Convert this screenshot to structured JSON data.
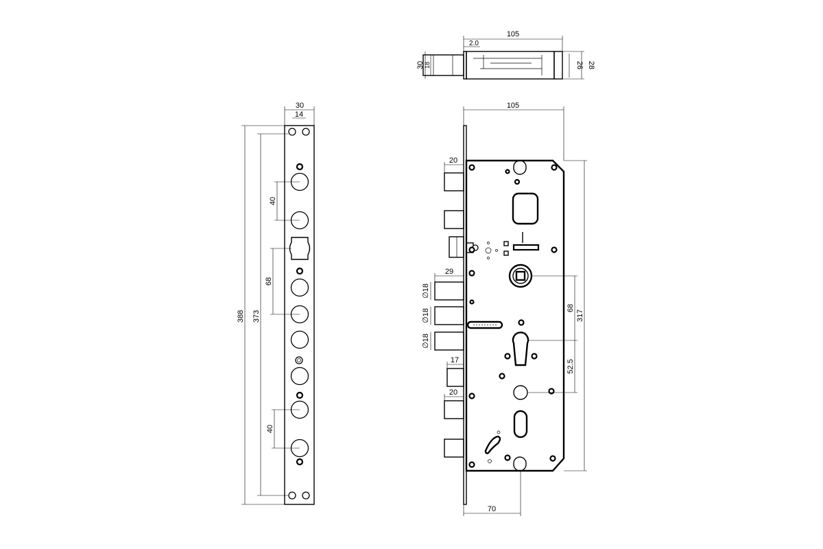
{
  "top_view": {
    "width_label": "105",
    "offset_label": "2.0",
    "height_outer_label": "30",
    "height_inner_label": "18",
    "right_inner_label": "26",
    "right_outer_label": "28"
  },
  "strike_plate": {
    "width_label": "30",
    "hole_spacing_label": "14",
    "total_height_label": "388",
    "inner_height_label": "373",
    "upper_spacing_label": "40",
    "mid_spacing_label": "68",
    "lower_spacing_label": "40"
  },
  "lock_body": {
    "width_label": "105",
    "top_bolt_label": "20",
    "main_bolt_label": "29",
    "bolt_dia_1": "∅18",
    "bolt_dia_2": "∅18",
    "bolt_dia_3": "∅18",
    "lower_bolt_label": "17",
    "bottom_bolt_label": "20",
    "backset_label": "70",
    "handle_to_cyl_label": "68",
    "body_height_label": "317",
    "cyl_to_lower_label": "52.5"
  }
}
